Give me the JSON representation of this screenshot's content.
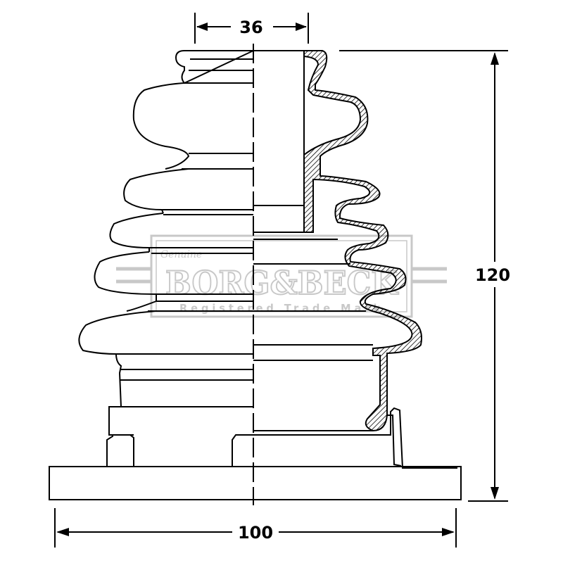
{
  "dimensions": {
    "top_width": "36",
    "height": "120",
    "base_width": "100"
  },
  "watermark": {
    "script": "Genuine",
    "brand": "BORG&BECK",
    "tagline": "Registered Trade Mark"
  },
  "colors": {
    "line": "#000000",
    "watermark": "#c8c8c8"
  }
}
